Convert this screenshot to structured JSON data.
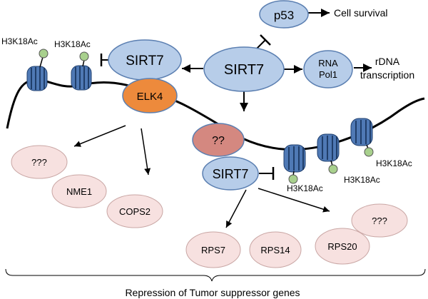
{
  "colors": {
    "blue_fill": "#b7cde9",
    "blue_stroke": "#5b7fb1",
    "orange_fill": "#ed8a3c",
    "rose_fill": "#d48880",
    "pink_fill": "#f7e1e0",
    "pink_stroke": "#c9a6a4",
    "mark_fill": "#a8d08d",
    "nucleosome_fill": "#4f79b5"
  },
  "nodes": {
    "sirt7_center": "SIRT7",
    "sirt7_left": "SIRT7",
    "sirt7_lower": "SIRT7",
    "elk4": "ELK4",
    "p53": "p53",
    "rna_pol1_line1": "RNA",
    "rna_pol1_line2": "Pol1",
    "unknown_factor": "??"
  },
  "outcomes": {
    "cell_survival": "Cell survival",
    "rdna_line1": "rDNA",
    "rdna_line2": "transcription"
  },
  "marks": {
    "left_1": "H3K18Ac",
    "left_2": "H3K18Ac",
    "right_1": "H3K18Ac",
    "right_2": "H3K18Ac",
    "right_3": "H3K18Ac"
  },
  "genes_left": [
    "???",
    "NME1",
    "COPS2"
  ],
  "genes_right": [
    "RPS7",
    "RPS14",
    "RPS20",
    "???"
  ],
  "footer": "Repression of Tumor suppressor genes"
}
